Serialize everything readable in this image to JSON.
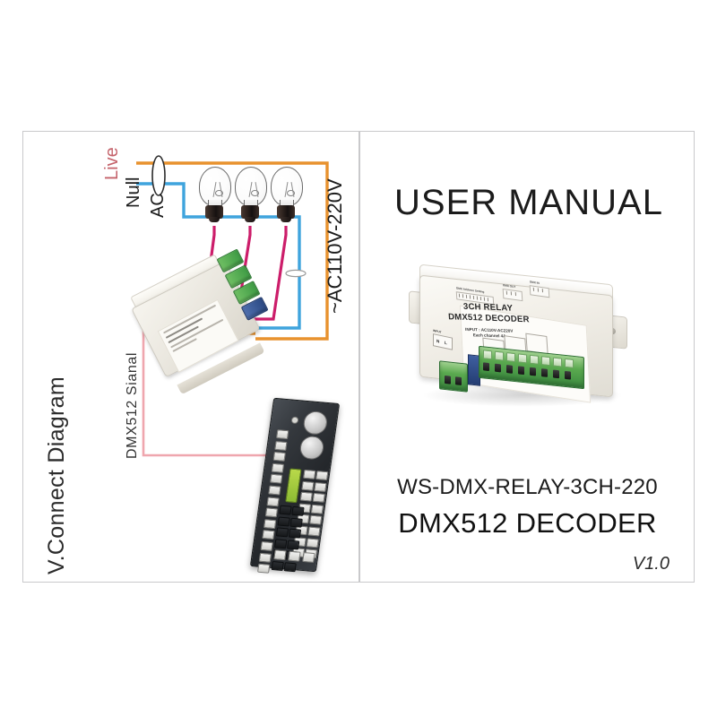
{
  "document": {
    "type": "product-user-manual-cover",
    "background_color": "#ffffff",
    "frame_border_color": "#c9c9cb"
  },
  "left_panel": {
    "section_title": "V.Connect Diagram",
    "labels": {
      "live": "Live",
      "null": "Null",
      "ac": "AC",
      "ac_range": "~AC110V-220V",
      "dmx_signal": "DMX512 Sianal"
    },
    "wire_colors": {
      "live": "#e8922e",
      "null": "#3fa4dd",
      "lamp": "#cc1d6a",
      "dmx_signal": "#efa6ae"
    },
    "lamps": [
      {
        "name": "lamp-1"
      },
      {
        "name": "lamp-2"
      },
      {
        "name": "lamp-3"
      }
    ],
    "decoder": {
      "name": "dmx-relay-decoder"
    },
    "console": {
      "name": "dmx-lighting-console"
    }
  },
  "right_panel": {
    "heading": "USER MANUAL",
    "model": "WS-DMX-RELAY-3CH-220",
    "product": "DMX512 DECODER",
    "version": "V1.0",
    "product_photo": {
      "title_line1": "3CH RELAY",
      "title_line2": "DMX512 DECODER",
      "spec_line1": "INPUT : AC110V-AC220V",
      "spec_line2": "Each channel 4A",
      "input_label": "INPUT",
      "terminal_n": "N",
      "terminal_l": "L",
      "dip_label_left": "DMX Address Setting",
      "dip_label_mid": "DMX OUT",
      "dip_label_right": "DMX IN"
    }
  }
}
